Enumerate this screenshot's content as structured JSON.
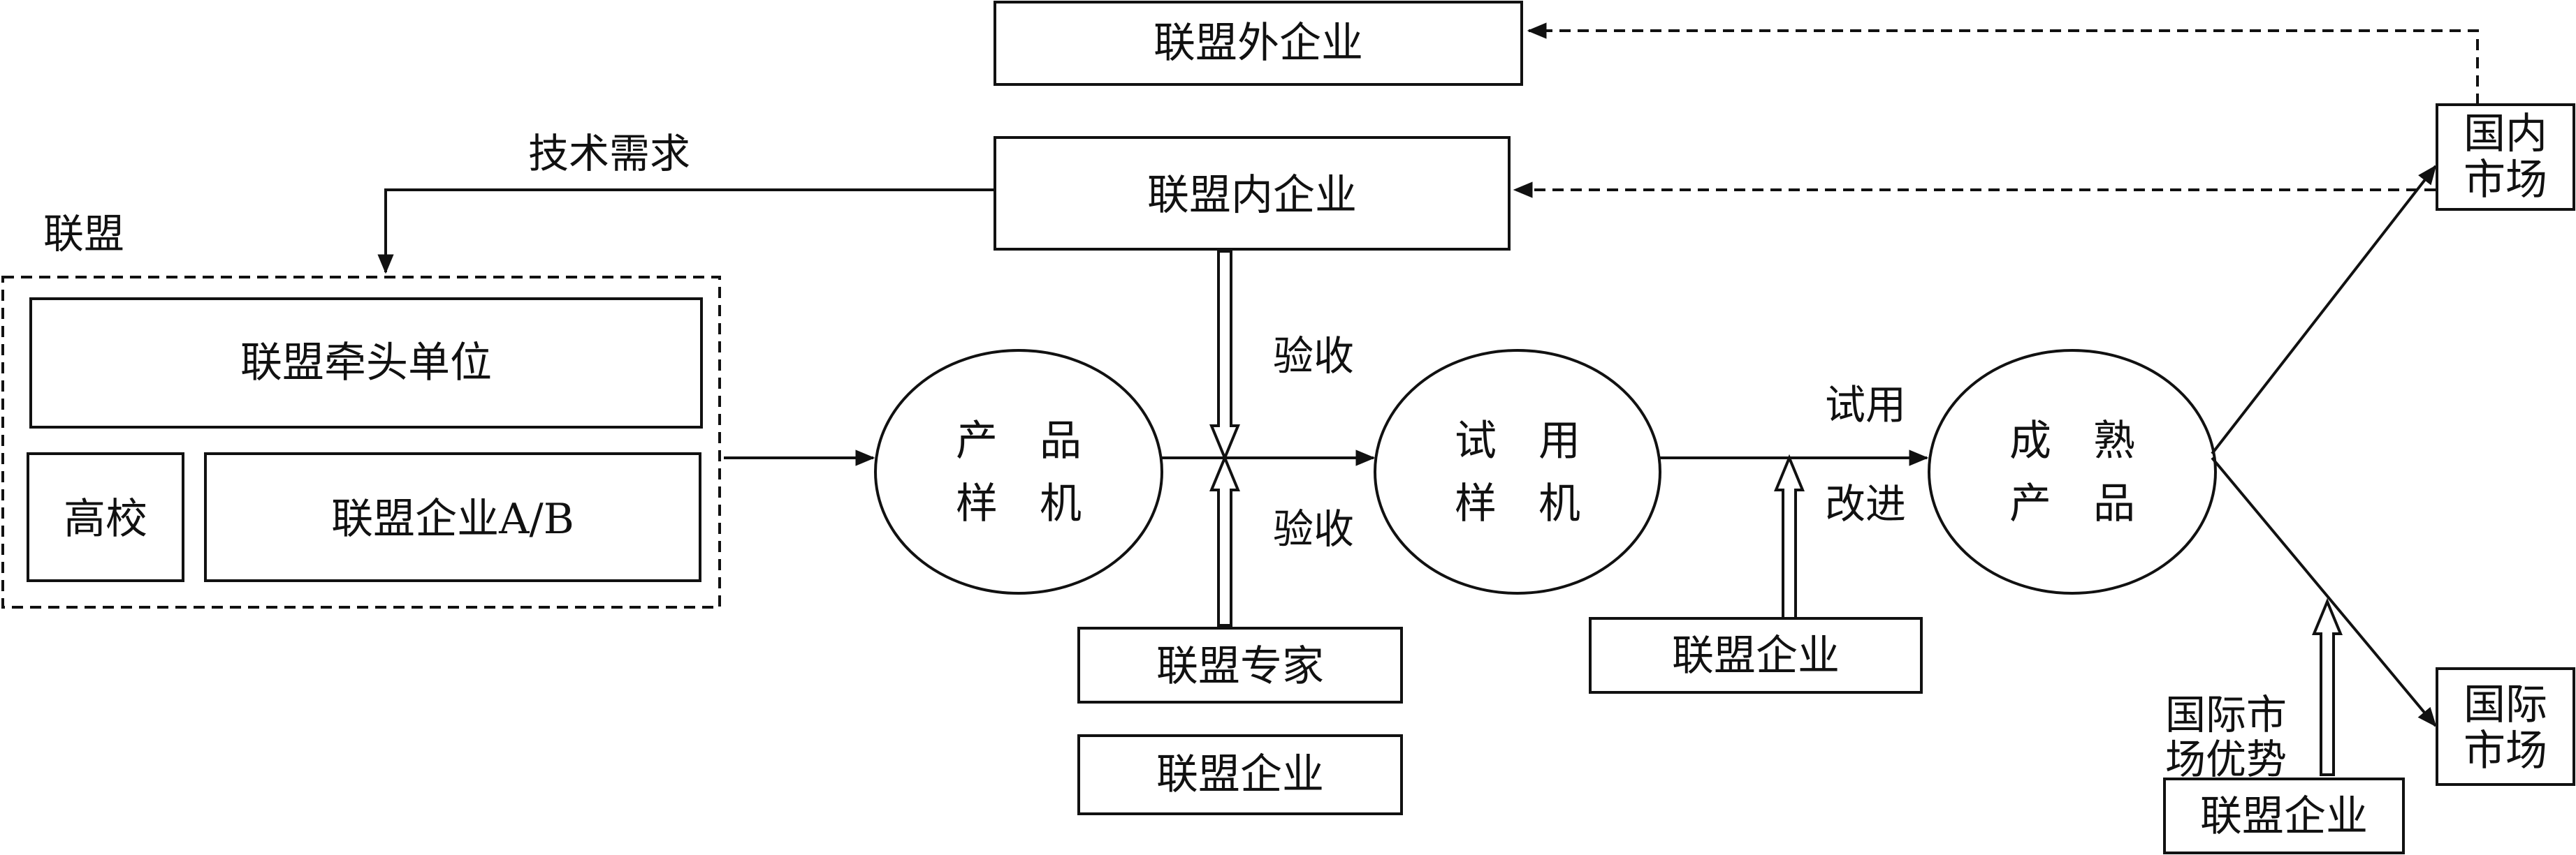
{
  "labels": {
    "alliance": "联盟",
    "tech_demand": "技术需求",
    "acceptance_top": "验收",
    "acceptance_bottom": "验收",
    "trial_use": "试用",
    "improve": "改进",
    "intl_advantage_line1": "国际市",
    "intl_advantage_line2": "场优势"
  },
  "boxes": {
    "outside_enterprises": "联盟外企业",
    "inside_enterprises": "联盟内企业",
    "lead_unit": "联盟牵头单位",
    "university": "高校",
    "enterprises_ab": "联盟企业A/B",
    "experts": "联盟专家",
    "enterprise_1": "联盟企业",
    "enterprise_2": "联盟企业",
    "enterprise_3": "联盟企业",
    "domestic_line1": "国内",
    "domestic_line2": "市场",
    "international_line1": "国际",
    "international_line2": "市场"
  },
  "nodes": {
    "prototype_line1": "产　品",
    "prototype_line2": "样　机",
    "trial_line1": "试　用",
    "trial_line2": "样　机",
    "mature_line1": "成　熟",
    "mature_line2": "产　品"
  }
}
